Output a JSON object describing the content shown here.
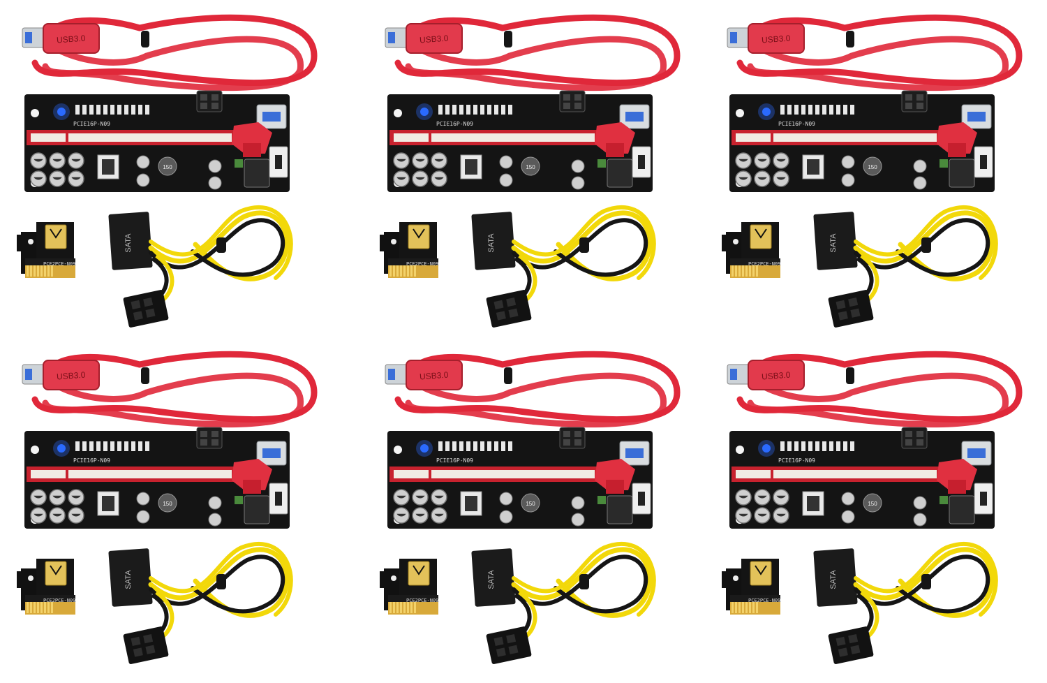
{
  "product": {
    "kit_count": 6,
    "usb_label": "USB3.0",
    "board_model": "PCIE16P-N09",
    "adapter_model": "PCE2PCE-N09",
    "sata_label": "SATA",
    "inductor_label": "150"
  },
  "colors": {
    "usb_cable": "#e0283a",
    "usb_plug": "#e23a4c",
    "pcb": "#141414",
    "pcie_slot": "#c8222e",
    "led": "#2a6bff",
    "gold_fingers": "#d8a93a",
    "power_wire_yellow": "#f2d80a",
    "power_wire_black": "#151515"
  }
}
